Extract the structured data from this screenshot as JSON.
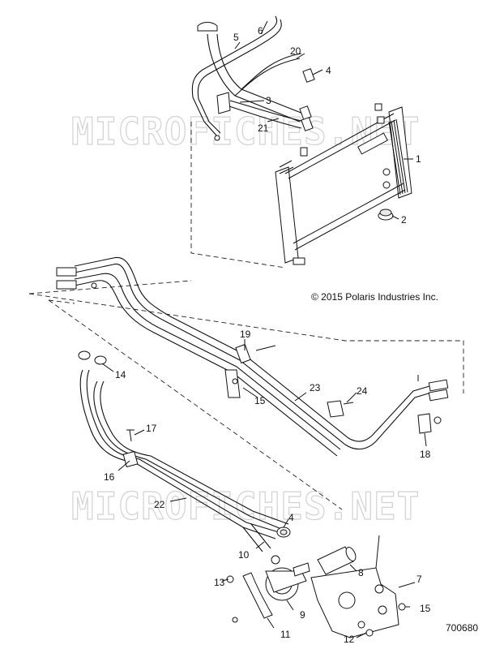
{
  "watermark": "MICROFICHES.NET",
  "copyright": "© 2015 Polaris Industries Inc.",
  "drawing_number": "700680",
  "callouts": {
    "c1": "1",
    "c2": "2",
    "c3": "3",
    "c4a": "4",
    "c4b": "4",
    "c5": "5",
    "c6": "6",
    "c7": "7",
    "c8": "8",
    "c9": "9",
    "c10": "10",
    "c11": "11",
    "c12": "12",
    "c13": "13",
    "c14": "14",
    "c15a": "15",
    "c15b": "15",
    "c16": "16",
    "c17": "17",
    "c18": "18",
    "c19": "19",
    "c20": "20",
    "c21": "21",
    "c22": "22",
    "c23": "23",
    "c24": "24"
  }
}
